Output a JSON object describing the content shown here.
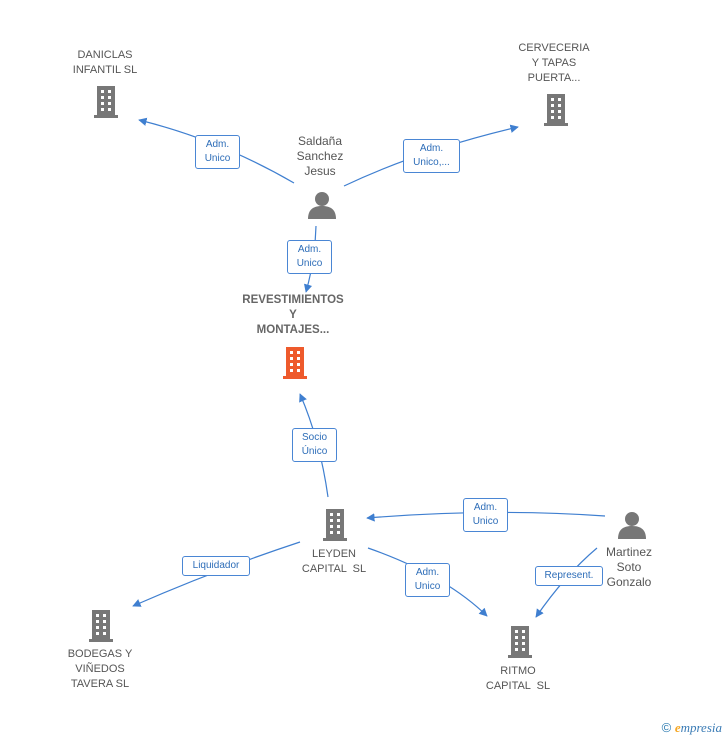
{
  "colors": {
    "edge": "#3f7fd0",
    "company": "#777777",
    "main_company": "#ee5a2c",
    "person": "#777777",
    "label_border": "#4a86d4"
  },
  "nodes": {
    "daniclas": {
      "line1": "DANICLAS",
      "line2": "INFANTIL SL",
      "icon": "building-icon"
    },
    "cerveceria": {
      "line1": "CERVECERIA",
      "line2": "Y TAPAS",
      "line3": "PUERTA...",
      "icon": "building-icon"
    },
    "saldana": {
      "line1": "Saldaña",
      "line2": "Sanchez",
      "line3": "Jesus",
      "icon": "person-icon"
    },
    "revestimientos": {
      "line1": "REVESTIMIENTOS",
      "line2": "Y",
      "line3": "MONTAJES...",
      "icon": "building-icon"
    },
    "leyden": {
      "line1": "LEYDEN",
      "line2": "CAPITAL  SL",
      "icon": "building-icon"
    },
    "martinez": {
      "line1": "Martinez",
      "line2": "Soto",
      "line3": "Gonzalo",
      "icon": "person-icon"
    },
    "bodegas": {
      "line1": "BODEGAS Y",
      "line2": "VIÑEDOS",
      "line3": "TAVERA SL",
      "icon": "building-icon"
    },
    "ritmo": {
      "line1": "RITMO",
      "line2": "CAPITAL  SL",
      "icon": "building-icon"
    }
  },
  "edges": {
    "saldana_daniclas": {
      "line1": "Adm.",
      "line2": "Unico"
    },
    "saldana_cerveceria": {
      "line1": "Adm.",
      "line2": "Unico,..."
    },
    "saldana_revest": {
      "line1": "Adm.",
      "line2": "Unico"
    },
    "leyden_revest": {
      "line1": "Socio",
      "line2": "Único"
    },
    "martinez_leyden": {
      "line1": "Adm.",
      "line2": "Unico"
    },
    "leyden_bodegas": {
      "line1": "Liquidador"
    },
    "leyden_ritmo": {
      "line1": "Adm.",
      "line2": "Unico"
    },
    "martinez_ritmo": {
      "line1": "Represent."
    }
  },
  "footer": {
    "copyright": "©",
    "brand_e": "e",
    "brand_rest": "mpresia"
  }
}
